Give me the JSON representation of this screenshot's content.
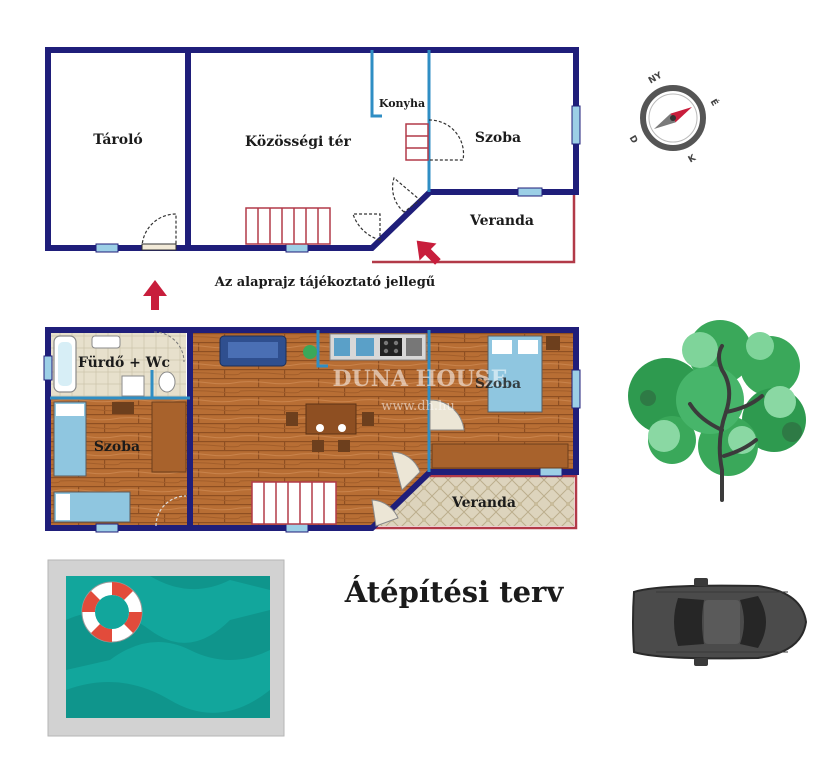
{
  "top_plan": {
    "rooms": {
      "storage": "Tároló",
      "common": "Közösségi tér",
      "kitchen": "Konyha",
      "room": "Szoba",
      "veranda": "Veranda"
    },
    "caption": "Az alaprajz tájékoztató jellegű"
  },
  "bottom_plan": {
    "rooms": {
      "bath": "Fürdő + Wc",
      "room_left": "Szoba",
      "room_right": "Szoba",
      "veranda": "Veranda"
    },
    "watermark": {
      "brand": "DUNA HOUSE",
      "url": "www.dh.hu"
    }
  },
  "title": "Átépítési terv",
  "compass": {
    "labels": [
      "NY",
      "É",
      "D",
      "K"
    ]
  },
  "colors": {
    "wall": "#1f1e7a",
    "partition": "#2f8ec4",
    "veranda_outline": "#b23a48",
    "arrow": "#c81e3c",
    "floor": "#b86e34",
    "pool_water": "#12a69c",
    "pool_deck": "#d2d2d2",
    "tree": "#3aa85a",
    "car": "#4b4b4b"
  }
}
